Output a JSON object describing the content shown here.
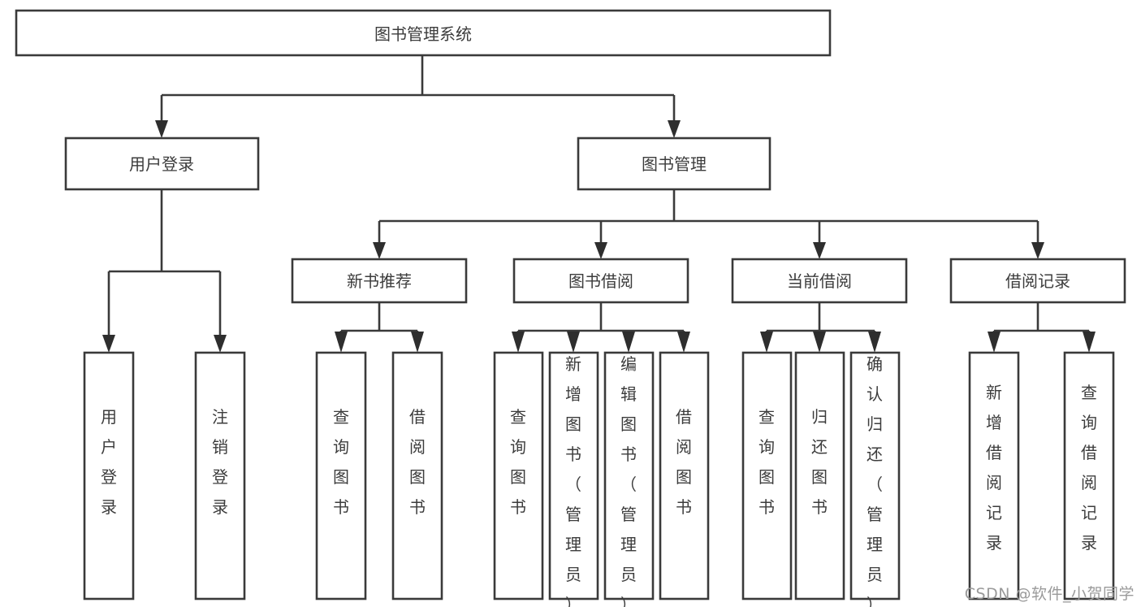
{
  "diagram": {
    "type": "tree",
    "title": "图书管理系统",
    "orientation": "top-down",
    "colors": {
      "box_stroke": "#3a3a3a",
      "box_fill": "#ffffff",
      "connector": "#3a3a3a",
      "text": "#3c3c3c",
      "watermark": "#9a9a9a",
      "background": "#ffffff"
    },
    "root": {
      "id": "root",
      "label": "图书管理系统",
      "orientation": "horizontal"
    },
    "level1": [
      {
        "id": "user-login",
        "label": "用户登录",
        "orientation": "horizontal"
      },
      {
        "id": "book-manage",
        "label": "图书管理",
        "orientation": "horizontal"
      }
    ],
    "level2": [
      {
        "id": "new-book-recommend",
        "label": "新书推荐",
        "parent": "book-manage",
        "orientation": "horizontal"
      },
      {
        "id": "book-borrow",
        "label": "图书借阅",
        "parent": "book-manage",
        "orientation": "horizontal"
      },
      {
        "id": "current-borrow",
        "label": "当前借阅",
        "parent": "book-manage",
        "orientation": "horizontal"
      },
      {
        "id": "borrow-record",
        "label": "借阅记录",
        "parent": "book-manage",
        "orientation": "horizontal"
      }
    ],
    "leaves": [
      {
        "id": "leaf-user-login",
        "label": "用户登录",
        "parent": "user-login",
        "orientation": "vertical"
      },
      {
        "id": "leaf-user-logout",
        "label": "注销登录",
        "parent": "user-login",
        "orientation": "vertical"
      },
      {
        "id": "leaf-query-book-1",
        "label": "查询图书",
        "parent": "new-book-recommend",
        "orientation": "vertical"
      },
      {
        "id": "leaf-borrow-book-1",
        "label": "借阅图书",
        "parent": "new-book-recommend",
        "orientation": "vertical"
      },
      {
        "id": "leaf-query-book-2",
        "label": "查询图书",
        "parent": "book-borrow",
        "orientation": "vertical"
      },
      {
        "id": "leaf-add-book",
        "label": "新增图书（管理员）",
        "parent": "book-borrow",
        "orientation": "vertical"
      },
      {
        "id": "leaf-edit-book",
        "label": "编辑图书（管理员）",
        "parent": "book-borrow",
        "orientation": "vertical"
      },
      {
        "id": "leaf-borrow-book-2",
        "label": "借阅图书",
        "parent": "book-borrow",
        "orientation": "vertical"
      },
      {
        "id": "leaf-query-book-3",
        "label": "查询图书",
        "parent": "current-borrow",
        "orientation": "vertical"
      },
      {
        "id": "leaf-return-book",
        "label": "归还图书",
        "parent": "current-borrow",
        "orientation": "vertical"
      },
      {
        "id": "leaf-confirm-return",
        "label": "确认归还（管理员）",
        "parent": "current-borrow",
        "orientation": "vertical"
      },
      {
        "id": "leaf-add-record",
        "label": "新增借阅记录",
        "parent": "borrow-record",
        "orientation": "vertical"
      },
      {
        "id": "leaf-query-record",
        "label": "查询借阅记录",
        "parent": "borrow-record",
        "orientation": "vertical"
      }
    ]
  },
  "watermark": {
    "text": "CSDN @软件_小贺同学"
  }
}
